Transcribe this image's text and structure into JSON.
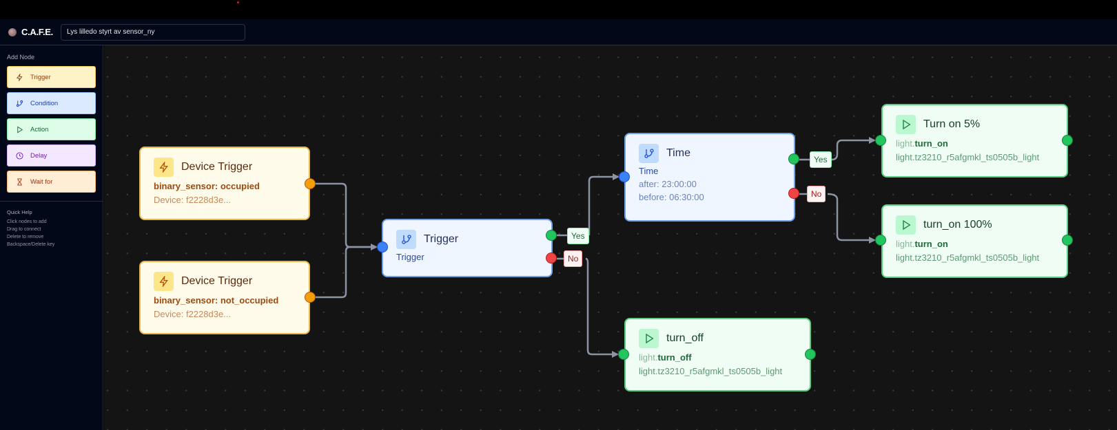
{
  "header": {
    "app_name": "C.A.F.E.",
    "automation_title": "Lys lilledo styrt av sensor_ny"
  },
  "sidebar": {
    "add_node_heading": "Add Node",
    "items": [
      {
        "label": "Trigger",
        "icon": "lightning-icon"
      },
      {
        "label": "Condition",
        "icon": "git-branch-icon"
      },
      {
        "label": "Action",
        "icon": "play-icon"
      },
      {
        "label": "Delay",
        "icon": "clock-icon"
      },
      {
        "label": "Wait for",
        "icon": "hourglass-icon"
      }
    ],
    "quick_help_heading": "Quick Help",
    "help_items": [
      "Click nodes to add",
      "Drag to connect",
      "Delete to remove",
      "Backspace/Delete key"
    ]
  },
  "nodes": {
    "device_trigger_1": {
      "title": "Device Trigger",
      "line1": "binary_sensor: occupied",
      "line2": "Device: f2228d3e..."
    },
    "device_trigger_2": {
      "title": "Device Trigger",
      "line1": "binary_sensor: not_occupied",
      "line2": "Device: f2228d3e..."
    },
    "condition_trigger": {
      "title": "Trigger",
      "line1": "Trigger",
      "yes": "Yes",
      "no": "No"
    },
    "condition_time": {
      "title": "Time",
      "line1": "Time",
      "line2": "after: 23:00:00",
      "line3": "before: 06:30:00",
      "yes": "Yes",
      "no": "No"
    },
    "action_turn_on_5": {
      "title": "Turn on 5%",
      "domain": "light.",
      "service": "turn_on",
      "entity": "light.tz3210_r5afgmkl_ts0505b_light"
    },
    "action_turn_on_100": {
      "title": "turn_on 100%",
      "domain": "light.",
      "service": "turn_on",
      "entity": "light.tz3210_r5afgmkl_ts0505b_light"
    },
    "action_turn_off": {
      "title": "turn_off",
      "domain": "light.",
      "service": "turn_off",
      "entity": "light.tz3210_r5afgmkl_ts0505b_light"
    }
  },
  "colors": {
    "trigger": "#f59e0b",
    "condition": "#3b82f6",
    "action": "#22c55e",
    "no": "#ef4444",
    "edge": "#8b93a5"
  }
}
